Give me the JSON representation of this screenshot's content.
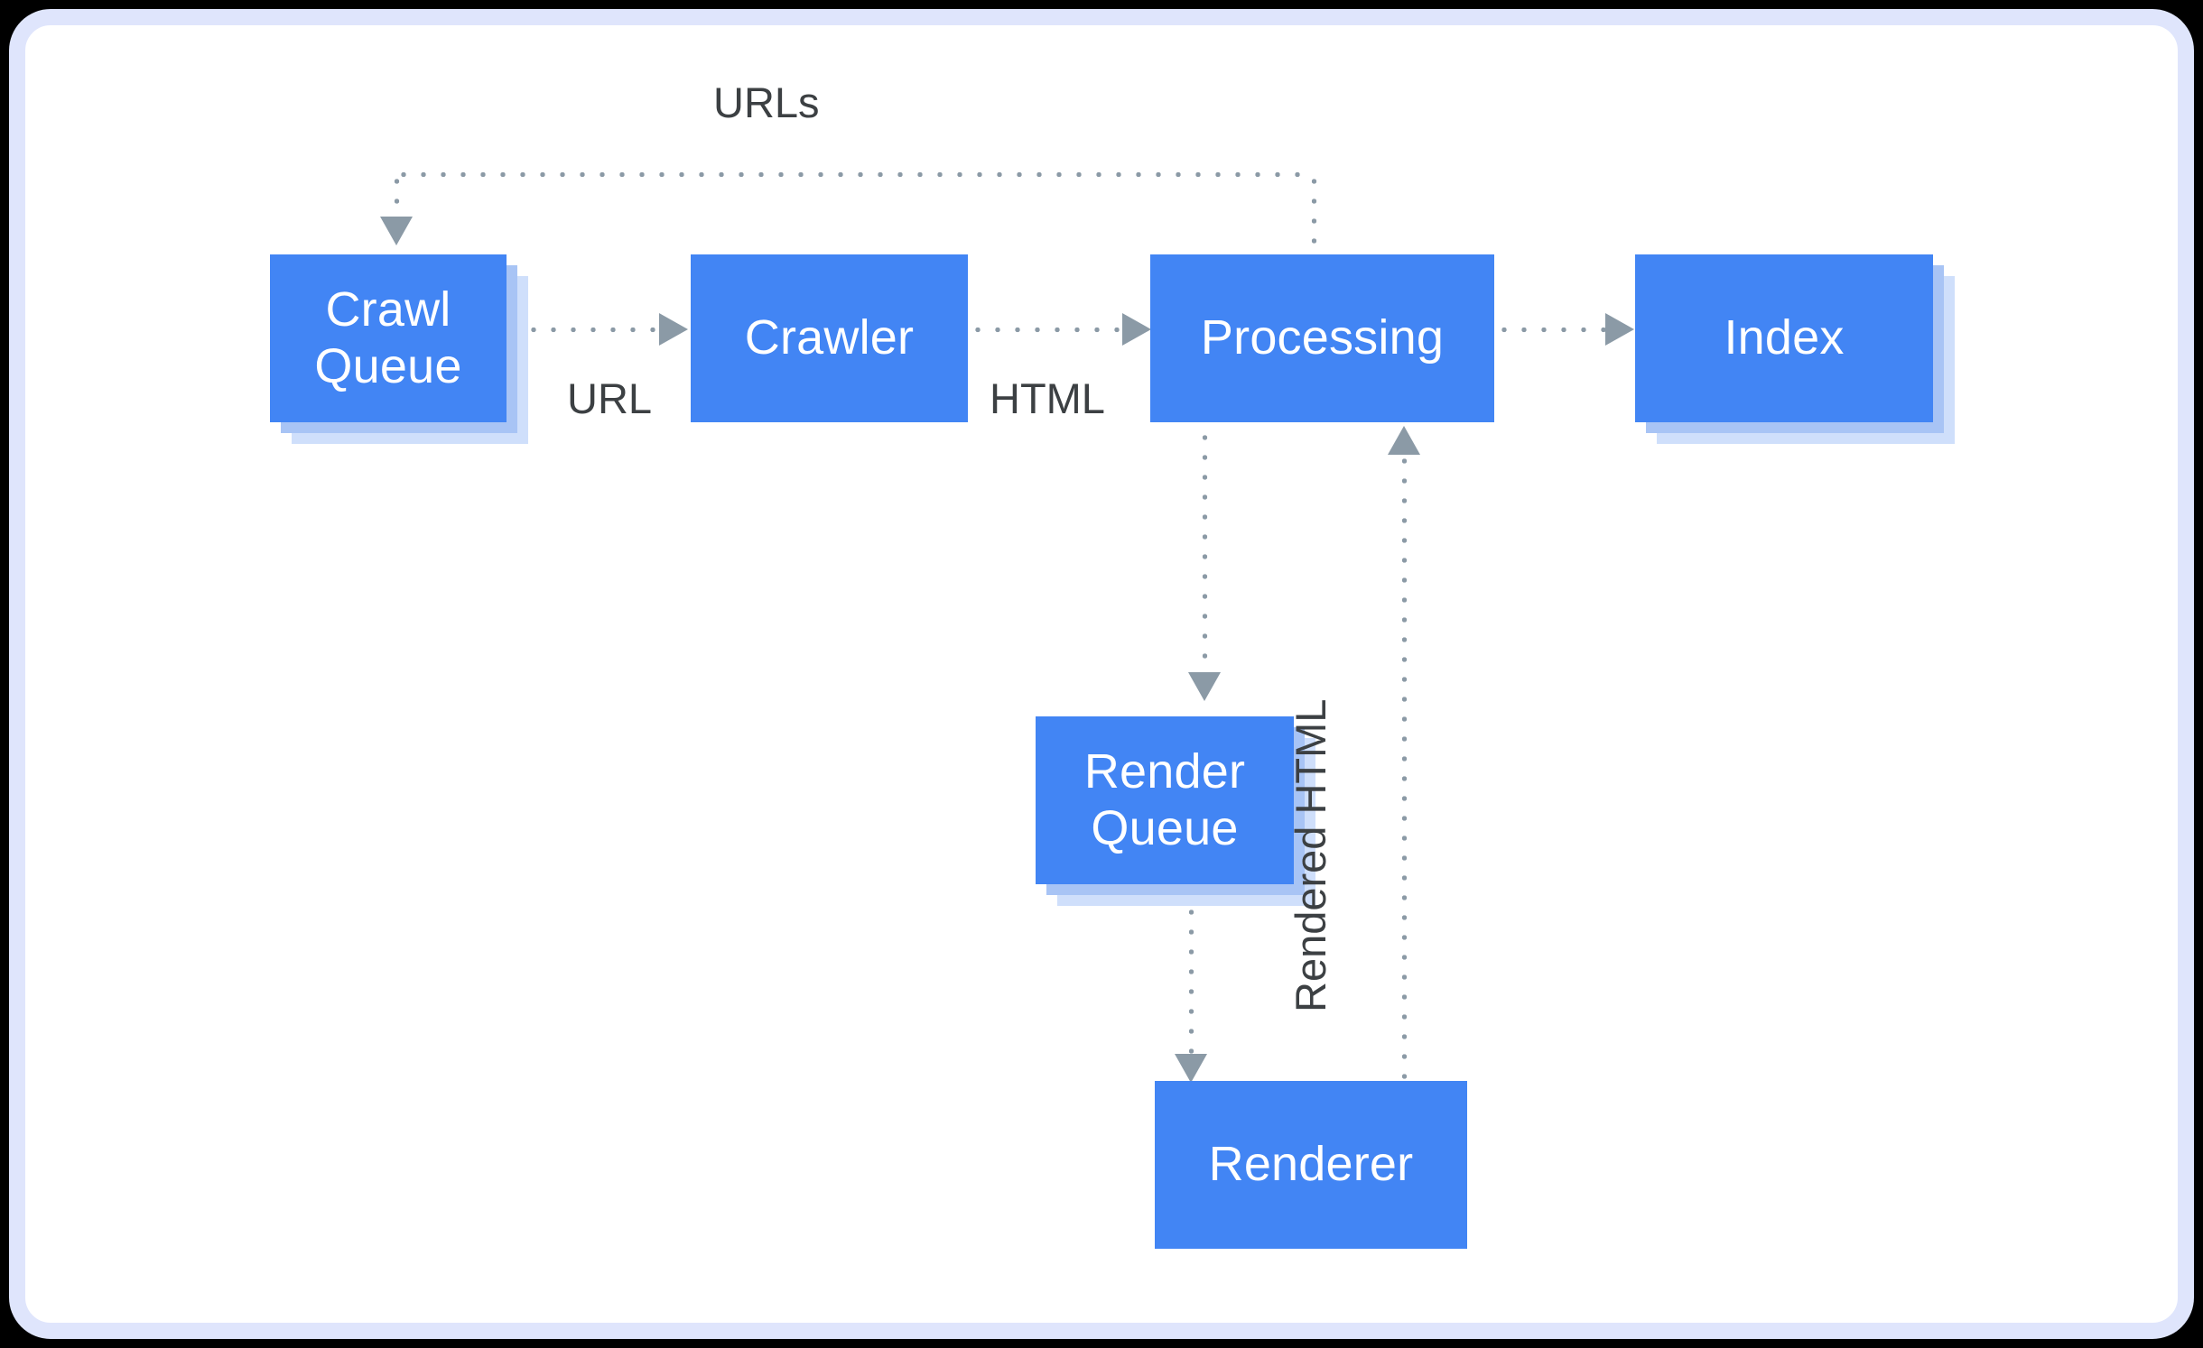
{
  "diagram": {
    "title": "Googlebot crawling, processing and rendering pipeline",
    "background_color": "#ffffff",
    "frame_border_color": "#dfe5fc",
    "node_color": "#4285f4",
    "node_text_color": "#ffffff",
    "connector_color": "#8b9aa6",
    "label_text_color": "#3c4043",
    "shadow_colors": [
      "#a8c4f5",
      "#cfdffb"
    ]
  },
  "nodes": [
    {
      "id": "crawl-queue",
      "label": "Crawl\nQueue",
      "stacked": true
    },
    {
      "id": "crawler",
      "label": "Crawler",
      "stacked": false
    },
    {
      "id": "processing",
      "label": "Processing",
      "stacked": false
    },
    {
      "id": "index",
      "label": "Index",
      "stacked": true
    },
    {
      "id": "render-queue",
      "label": "Render\nQueue",
      "stacked": true
    },
    {
      "id": "renderer",
      "label": "Renderer",
      "stacked": false
    }
  ],
  "edges": [
    {
      "id": "urls",
      "label": "URLs",
      "from": "processing",
      "to": "crawl-queue",
      "orientation": "horizontal"
    },
    {
      "id": "url",
      "label": "URL",
      "from": "crawl-queue",
      "to": "crawler",
      "orientation": "horizontal"
    },
    {
      "id": "html",
      "label": "HTML",
      "from": "crawler",
      "to": "processing",
      "orientation": "horizontal"
    },
    {
      "id": "to-index",
      "label": "",
      "from": "processing",
      "to": "index",
      "orientation": "horizontal"
    },
    {
      "id": "to-renderqueue",
      "label": "",
      "from": "processing",
      "to": "render-queue",
      "orientation": "vertical"
    },
    {
      "id": "to-renderer",
      "label": "",
      "from": "render-queue",
      "to": "renderer",
      "orientation": "vertical"
    },
    {
      "id": "rendered-html",
      "label": "Rendered HTML",
      "from": "renderer",
      "to": "processing",
      "orientation": "vertical"
    }
  ]
}
